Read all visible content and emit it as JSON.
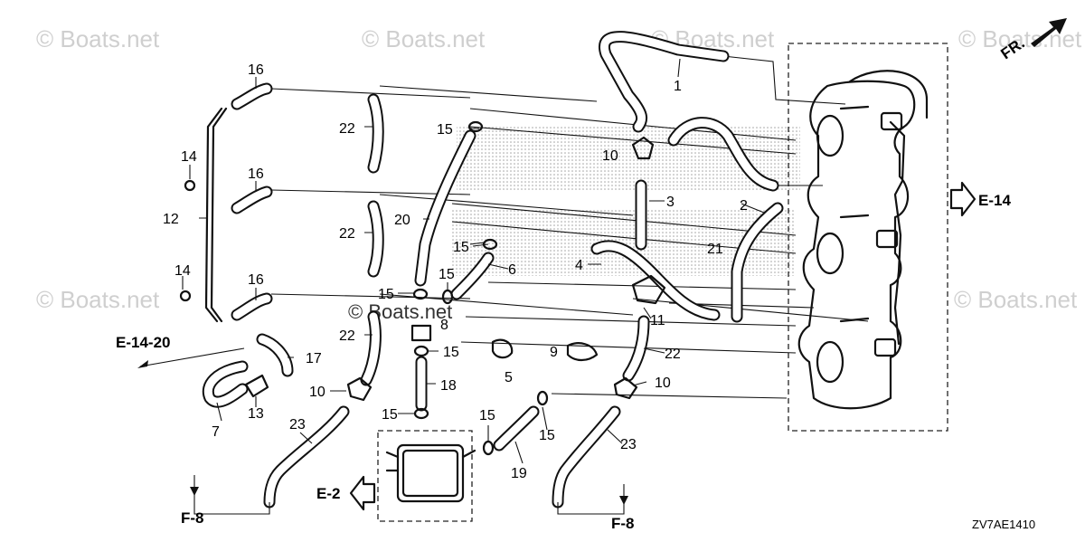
{
  "watermark": "© Boats.net",
  "direction_label": "FR.",
  "diagram_code": "ZV7AE1410",
  "references": {
    "e14": "E-14",
    "e14_20": "E-14-20",
    "e2": "E-2",
    "f8_left": "F-8",
    "f8_right": "F-8"
  },
  "callouts": {
    "c1": "1",
    "c2": "2",
    "c3": "3",
    "c4": "4",
    "c5": "5",
    "c6": "6",
    "c7": "7",
    "c8": "8",
    "c9": "9",
    "c10a": "10",
    "c10b": "10",
    "c10c": "10",
    "c11": "11",
    "c12": "12",
    "c13": "13",
    "c14a": "14",
    "c14b": "14",
    "c15a": "15",
    "c15b": "15",
    "c15c": "15",
    "c15d": "15",
    "c15e": "15",
    "c15f": "15",
    "c15g": "15",
    "c15h": "15",
    "c16a": "16",
    "c16b": "16",
    "c16c": "16",
    "c17": "17",
    "c18": "18",
    "c19": "19",
    "c20": "20",
    "c21": "21",
    "c22a": "22",
    "c22b": "22",
    "c22c": "22",
    "c22d": "22",
    "c23a": "23",
    "c23b": "23"
  }
}
